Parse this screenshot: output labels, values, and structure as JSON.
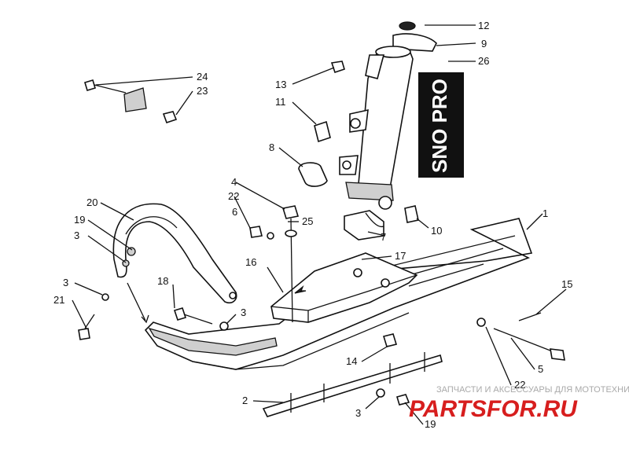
{
  "diagram": {
    "callouts": [
      "1",
      "2",
      "3",
      "3",
      "3",
      "3",
      "4",
      "5",
      "6",
      "7",
      "8",
      "9",
      "10",
      "11",
      "12",
      "13",
      "14",
      "15",
      "16",
      "17",
      "18",
      "19",
      "19",
      "20",
      "21",
      "22",
      "22",
      "23",
      "24",
      "25",
      "26"
    ],
    "decal_text": "SNO PRO"
  },
  "watermark": {
    "tagline": "ЗАПЧАСТИ И АКСЕССУАРЫ ДЛЯ МОТОТЕХНИКИ",
    "logo": "PARTSFOR.RU",
    "color": "#d71e1e"
  }
}
